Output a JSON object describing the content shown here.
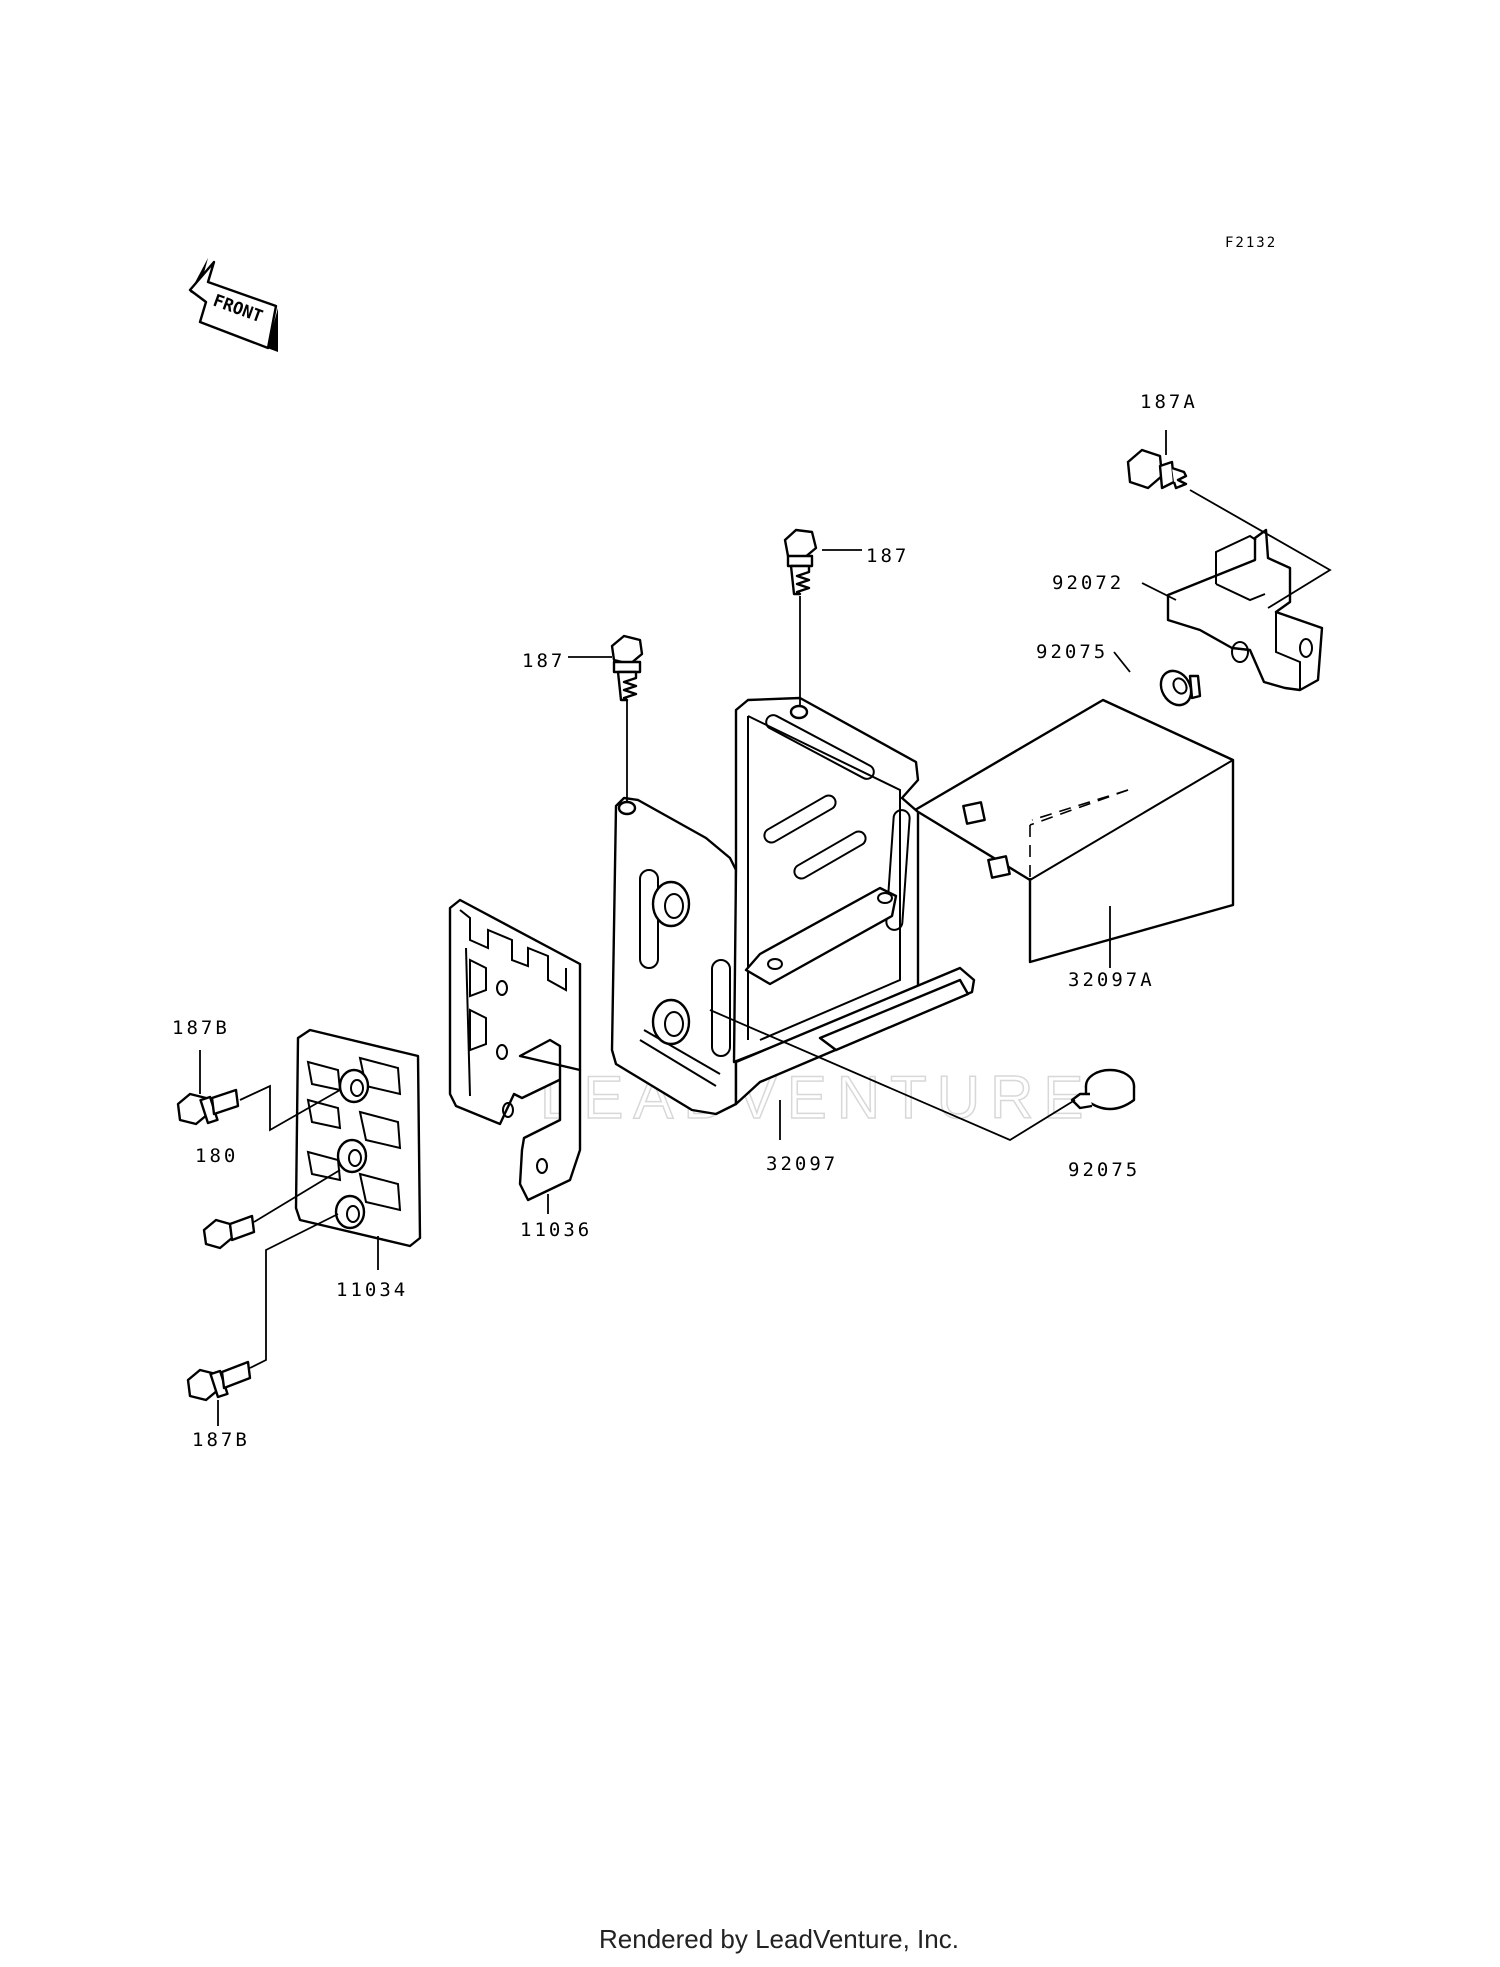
{
  "diagram_code": "F2132",
  "front_arrow_label": "FRONT",
  "watermark": "LEADVENTURE",
  "footer": "Rendered by LeadVenture, Inc.",
  "callouts": {
    "bolt_187a": "187A",
    "bolt_187_top": "187",
    "bolt_187_left": "187",
    "bracket_92072": "92072",
    "washer_92075_top": "92075",
    "case_32097a": "32097A",
    "bolt_187b_top": "187B",
    "screw_180": "180",
    "bolt_187b_bottom": "187B",
    "plate_11034": "11034",
    "plate_11036": "11036",
    "box_32097": "32097",
    "damper_92075": "92075"
  }
}
